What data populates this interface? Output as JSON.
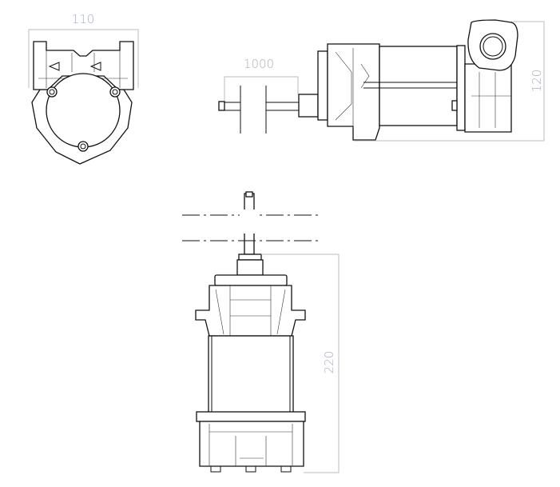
{
  "title": "Pump dimensional drawing",
  "dimensions": {
    "front_width": "110",
    "cable_length": "1000",
    "side_height": "120",
    "total_height": "220"
  }
}
